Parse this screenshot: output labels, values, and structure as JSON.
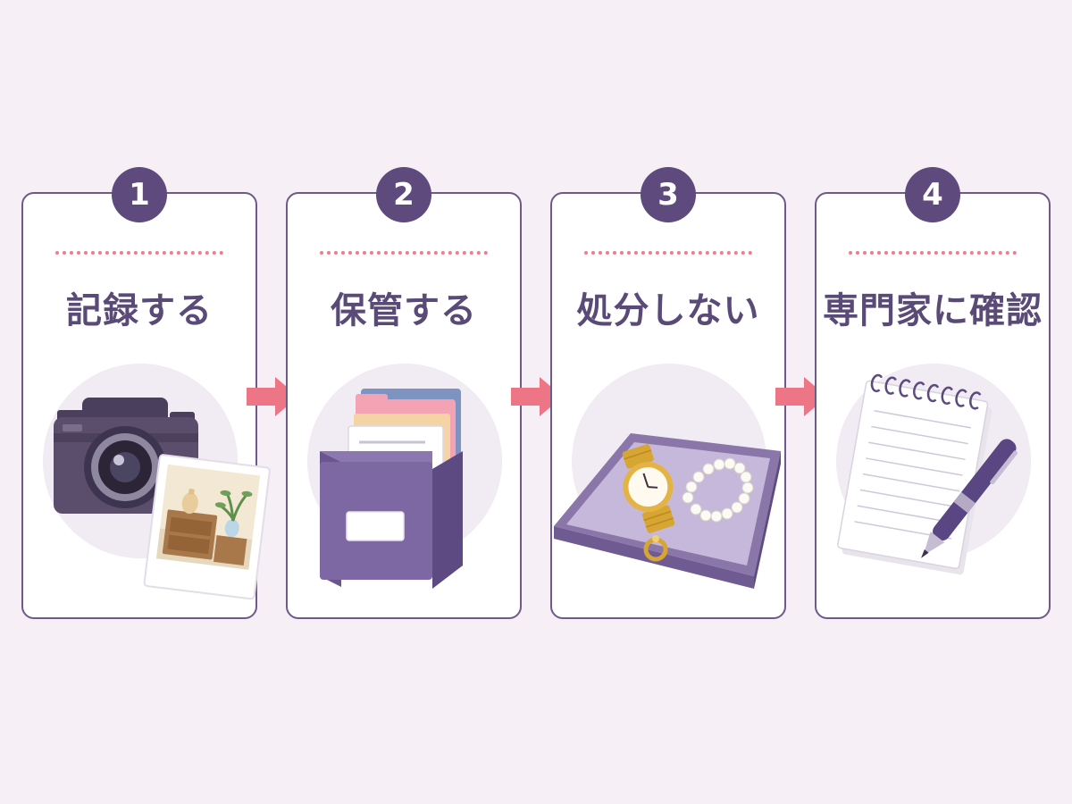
{
  "steps": [
    {
      "number": "1",
      "title": "記録する",
      "icon": "camera-and-photo-icon"
    },
    {
      "number": "2",
      "title": "保管する",
      "icon": "file-box-icon"
    },
    {
      "number": "3",
      "title": "処分しない",
      "icon": "jewelry-tray-icon"
    },
    {
      "number": "4",
      "title": "専門家に確認",
      "icon": "notepad-and-pen-icon"
    }
  ],
  "colors": {
    "background": "#f6eff6",
    "card_border": "#6e5a88",
    "badge": "#5e4a7d",
    "title_text": "#5a4a78",
    "dotted_divider": "#ef7c8e",
    "arrow": "#ee7585"
  }
}
